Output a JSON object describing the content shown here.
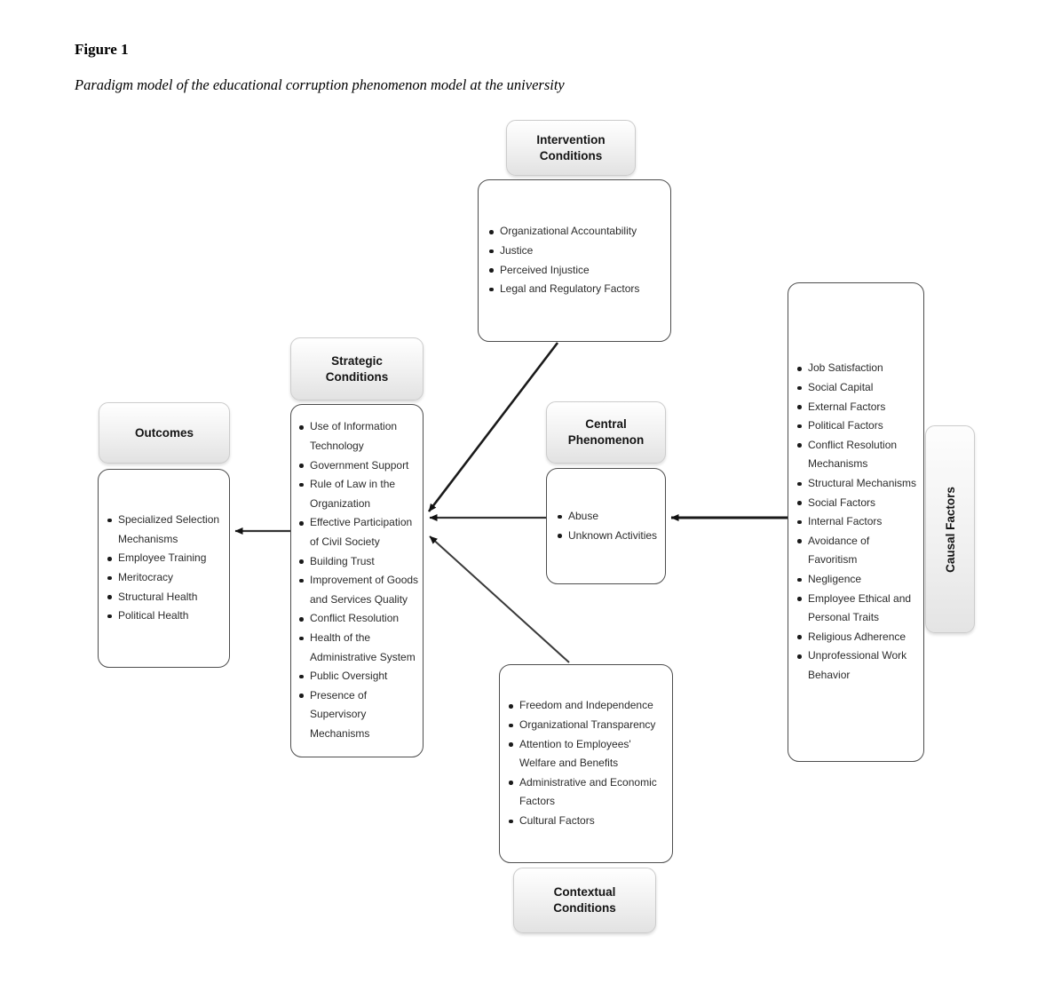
{
  "figure": {
    "label": "Figure 1",
    "caption": "Paradigm model of the educational corruption phenomenon model at the university"
  },
  "boxes": {
    "intervention": {
      "title": "Intervention\nConditions",
      "items": [
        "Organizational Accountability",
        "Justice",
        "Perceived Injustice",
        "Legal and Regulatory Factors"
      ]
    },
    "strategic": {
      "title": "Strategic\nConditions",
      "items": [
        "Use of Information Technology",
        "Government Support",
        "Rule of Law in the Organization",
        "Effective Participation of Civil Society",
        "Building Trust",
        "Improvement of Goods and Services Quality",
        "Conflict Resolution",
        "Health of the Administrative System",
        "Public Oversight",
        "Presence of Supervisory Mechanisms"
      ]
    },
    "outcomes": {
      "title": "Outcomes",
      "items": [
        "Specialized Selection Mechanisms",
        "Employee Training",
        "Meritocracy",
        "Structural Health",
        "Political Health"
      ]
    },
    "central": {
      "title": "Central\nPhenomenon",
      "items": [
        "Abuse",
        "Unknown Activities"
      ]
    },
    "causal": {
      "label": "Causal Factors",
      "items": [
        "Job Satisfaction",
        "Social Capital",
        "External Factors",
        "Political Factors",
        "Conflict Resolution Mechanisms",
        "Structural Mechanisms",
        "Social Factors",
        "Internal Factors",
        "Avoidance of Favoritism",
        "Negligence",
        "Employee Ethical and Personal Traits",
        "Religious Adherence",
        "Unprofessional Work Behavior"
      ]
    },
    "contextual": {
      "title": "Contextual\nConditions",
      "items": [
        "Freedom and Independence",
        "Organizational Transparency",
        "Attention to Employees' Welfare and Benefits",
        "Administrative and Economic Factors",
        "Cultural Factors"
      ]
    }
  },
  "connections": [
    {
      "from": "causal-factors",
      "to": "central-phenomenon"
    },
    {
      "from": "central-phenomenon",
      "to": "strategic-conditions"
    },
    {
      "from": "strategic-conditions",
      "to": "outcomes"
    },
    {
      "from": "intervention-conditions",
      "to": "strategic-conditions"
    },
    {
      "from": "contextual-conditions",
      "to": "strategic-conditions"
    }
  ],
  "colors": {
    "box_border": "#4d4d4d",
    "arrow": "#1a1a1a",
    "header_fill_top": "#ffffff",
    "header_fill_bottom": "#e2e2e2",
    "text": "#2b2b2b"
  }
}
